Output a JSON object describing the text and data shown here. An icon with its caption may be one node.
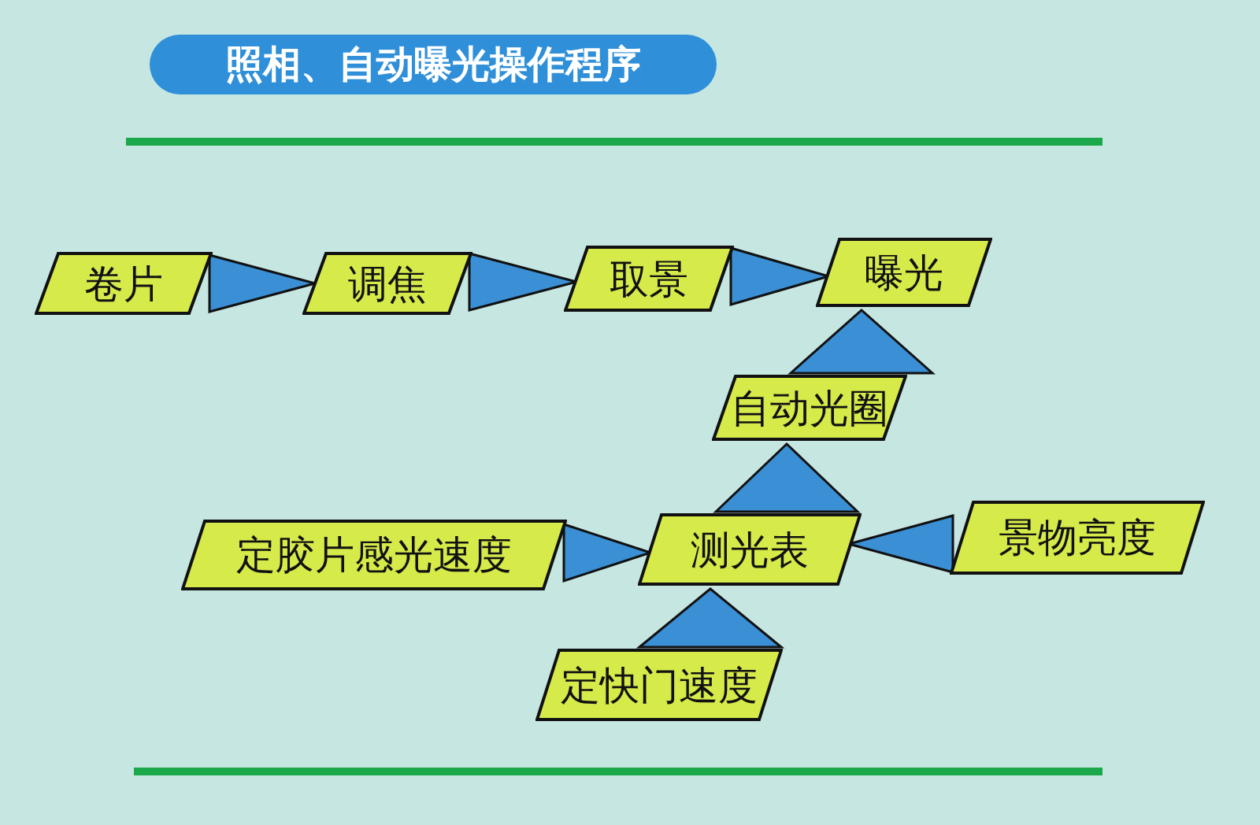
{
  "diagram": {
    "title": "照相、自动曝光操作程序",
    "nodes": [
      {
        "text": [
          "卷片"
        ]
      },
      {
        "text": [
          "调焦"
        ]
      },
      {
        "text": [
          "取景"
        ]
      },
      {
        "text": [
          "曝光"
        ]
      },
      {
        "text": [
          "自动光圈"
        ]
      },
      {
        "text": [
          "定胶片感光速度"
        ]
      },
      {
        "text": [
          "测光表"
        ]
      },
      {
        "text": [
          "景物亮度"
        ]
      },
      {
        "text": [
          "定快门速度"
        ]
      }
    ],
    "edges": [
      {
        "from": 0,
        "to": 1,
        "arrow": "to"
      },
      {
        "from": 1,
        "to": 2,
        "arrow": "to"
      },
      {
        "from": 2,
        "to": 3,
        "arrow": "to"
      },
      {
        "from": 4,
        "to": 3,
        "arrow": "to"
      },
      {
        "from": 6,
        "to": 4,
        "arrow": "to"
      },
      {
        "from": 5,
        "to": 6,
        "arrow": "to"
      },
      {
        "from": 7,
        "to": 6,
        "arrow": "to"
      },
      {
        "from": 8,
        "to": 6,
        "arrow": "to"
      }
    ]
  }
}
